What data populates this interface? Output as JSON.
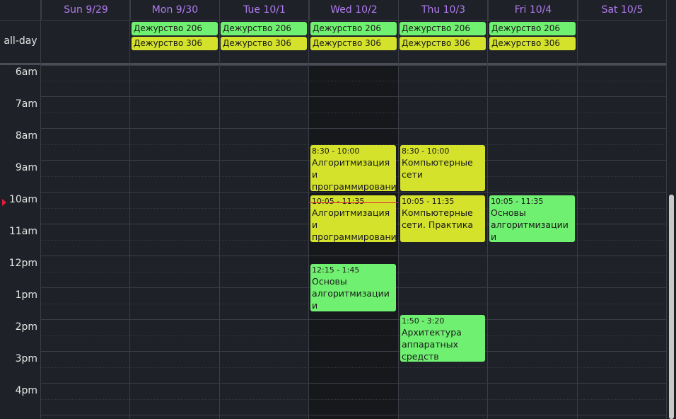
{
  "days": [
    "Sun 9/29",
    "Mon 9/30",
    "Tue 10/1",
    "Wed 10/2",
    "Thu 10/3",
    "Fri 10/4",
    "Sat 10/5"
  ],
  "allday_label": "all-day",
  "allday_events": [
    {
      "title": "Дежурство 206",
      "color": "#70f070"
    },
    {
      "title": "Дежурство 306",
      "color": "#d4e22b"
    }
  ],
  "hours": [
    "6am",
    "7am",
    "8am",
    "9am",
    "10am",
    "11am",
    "12pm",
    "1pm",
    "2pm",
    "3pm",
    "4pm"
  ],
  "events": [
    {
      "day": "Wed 10/2",
      "time": "8:30 - 10:00",
      "title": "Алгоритмизация и программирование",
      "color": "#d4e22b"
    },
    {
      "day": "Thu 10/3",
      "time": "8:30 - 10:00",
      "title": "Компьютерные сети",
      "color": "#d4e22b"
    },
    {
      "day": "Wed 10/2",
      "time": "10:05 - 11:35",
      "title": "Алгоритмизация и программирование Практика",
      "color": "#d4e22b"
    },
    {
      "day": "Thu 10/3",
      "time": "10:05 - 11:35",
      "title": "Компьютерные сети. Практика",
      "color": "#d4e22b"
    },
    {
      "day": "Fri 10/4",
      "time": "10:05 - 11:35",
      "title": "Основы алгоритмизации и программирования",
      "color": "#70f070"
    },
    {
      "day": "Wed 10/2",
      "time": "12:15 - 1:45",
      "title": "Основы алгоритмизации и программирование",
      "color": "#70f070"
    },
    {
      "day": "Thu 10/3",
      "time": "1:50 - 3:20",
      "title": "Архитектура аппаратных средств",
      "color": "#70f070"
    }
  ],
  "colors": {
    "accent_header": "#b07cf0",
    "now_indicator": "#e0203a",
    "green": "#70f070",
    "yellow": "#d4e22b"
  }
}
